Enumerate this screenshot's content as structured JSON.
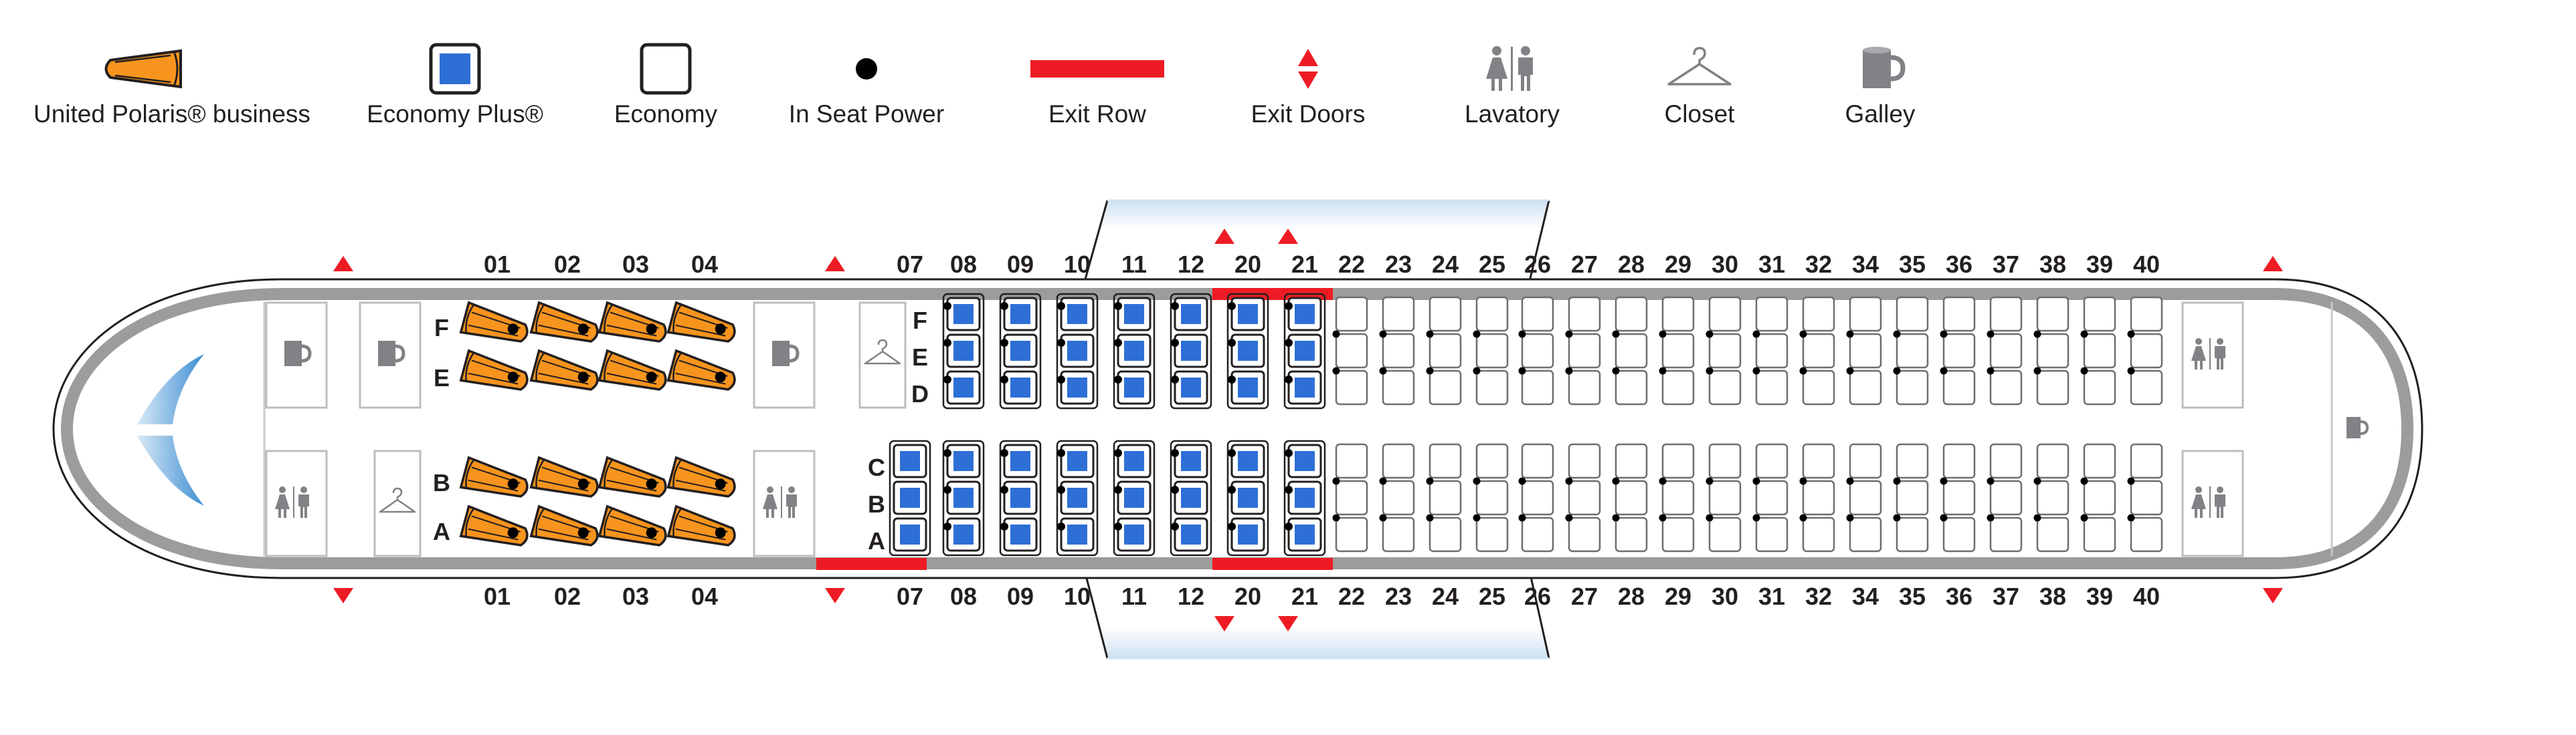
{
  "legend": {
    "polaris": "United Polaris®  business",
    "economy_plus": "Economy Plus®",
    "economy": "Economy",
    "in_seat_power": "In Seat Power",
    "exit_row": "Exit Row",
    "exit_doors": "Exit Doors",
    "lavatory": "Lavatory",
    "closet": "Closet",
    "galley": "Galley"
  },
  "seat_map": {
    "business_rows": [
      "01",
      "02",
      "03",
      "04"
    ],
    "economy_plus_rows": [
      "07",
      "08",
      "09",
      "10",
      "11",
      "12",
      "20",
      "21"
    ],
    "economy_rows": [
      "22",
      "23",
      "24",
      "25",
      "26",
      "27",
      "28",
      "29",
      "30",
      "31",
      "32",
      "34",
      "35",
      "36",
      "37",
      "38",
      "39",
      "40"
    ],
    "business_seat_letters": {
      "left_upper": "F",
      "left_lower": "E",
      "right_upper": "B",
      "right_lower": "A"
    },
    "main_seat_letters": {
      "left": [
        "F",
        "E",
        "D"
      ],
      "right": [
        "C",
        "B",
        "A"
      ]
    }
  },
  "colors": {
    "polaris": "#f7941d",
    "economy_plus": "#2e6fd6",
    "exit": "#ed1c24",
    "fuselage": "#9c9c9c"
  },
  "icons": {
    "lavatory": "lavatory-icon",
    "closet": "hanger-icon",
    "galley": "mug-icon",
    "exit_door": "exit-door-arrow-icon",
    "power": "power-dot-icon",
    "windshield": "windshield-icon"
  }
}
